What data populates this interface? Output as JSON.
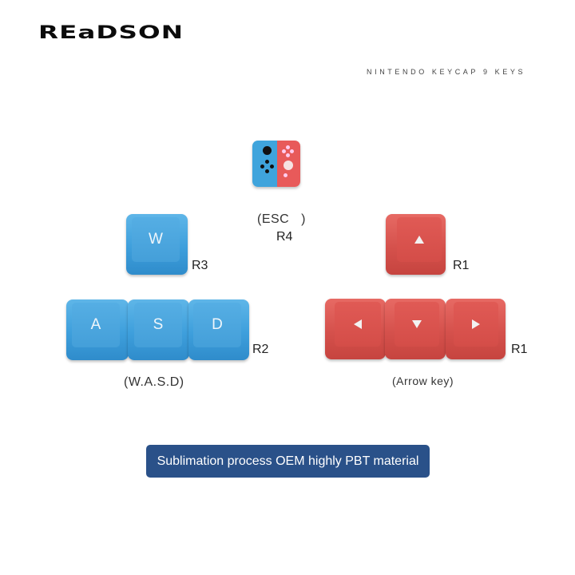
{
  "brand": {
    "logo_text": "REaDSON"
  },
  "header": {
    "subtitle": "NINTENDO KEYCAP 9 KEYS"
  },
  "keys": {
    "esc": {
      "label": "(ESC   )",
      "row": "R4",
      "icon": "nintendo-switch-joycon-icon"
    },
    "w": {
      "legend": "W",
      "row": "R3"
    },
    "a": {
      "legend": "A"
    },
    "s": {
      "legend": "S"
    },
    "d": {
      "legend": "D",
      "row": "R2"
    },
    "up": {
      "icon": "arrow-up-icon",
      "row": "R1"
    },
    "left": {
      "icon": "arrow-left-icon"
    },
    "down": {
      "icon": "arrow-down-icon"
    },
    "right": {
      "icon": "arrow-right-icon",
      "row": "R1"
    }
  },
  "groups": {
    "wasd_caption": "(W.A.S.D)",
    "arrow_caption": "(Arrow key)"
  },
  "banner": {
    "text": "Sublimation process OEM highly PBT material"
  },
  "colors": {
    "blue_key": "#3e9fdc",
    "red_key": "#d5514c",
    "banner": "#2a5189"
  }
}
